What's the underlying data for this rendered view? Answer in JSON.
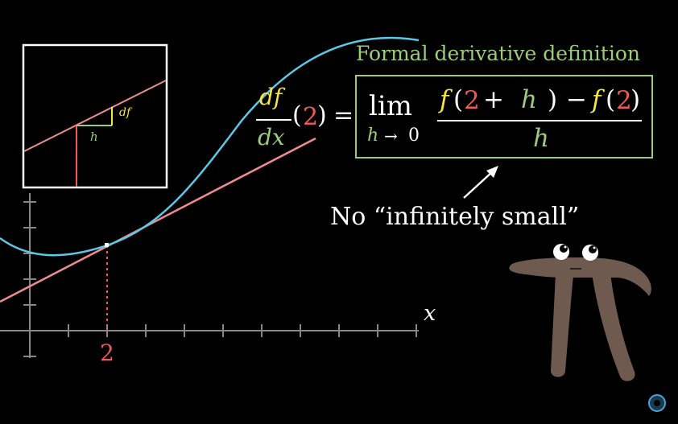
{
  "caption": "Formal derivative definition",
  "lhs": {
    "numerator": "df",
    "denominator": "dx",
    "open_paren": "(",
    "argument": "2",
    "close_paren": ")",
    "equals": "="
  },
  "limit": {
    "word": "lim",
    "subscript_var": "h",
    "subscript_arrow": "→",
    "subscript_target": "0"
  },
  "fraction": {
    "f1": "f",
    "paren1_open": "(",
    "two1": "2",
    "plus": "+",
    "h_num": "h",
    "paren1_close": ")",
    "minus": "−",
    "f2": "f",
    "paren2_open": "(",
    "two2": "2",
    "paren2_close": ")",
    "denominator": "h"
  },
  "annotation": "No “infinitely small”",
  "axis": {
    "x_label": "x",
    "tick_label": "2"
  },
  "inset": {
    "df_label": "df",
    "h_label": "h"
  },
  "colors": {
    "curve": "#5bc8e6",
    "tangent": "#f08c8c",
    "highlight_red": "#f05a5a",
    "yellow": "#f5e642",
    "green": "#9ccc7a",
    "pi_body": "#6e5a4e"
  }
}
